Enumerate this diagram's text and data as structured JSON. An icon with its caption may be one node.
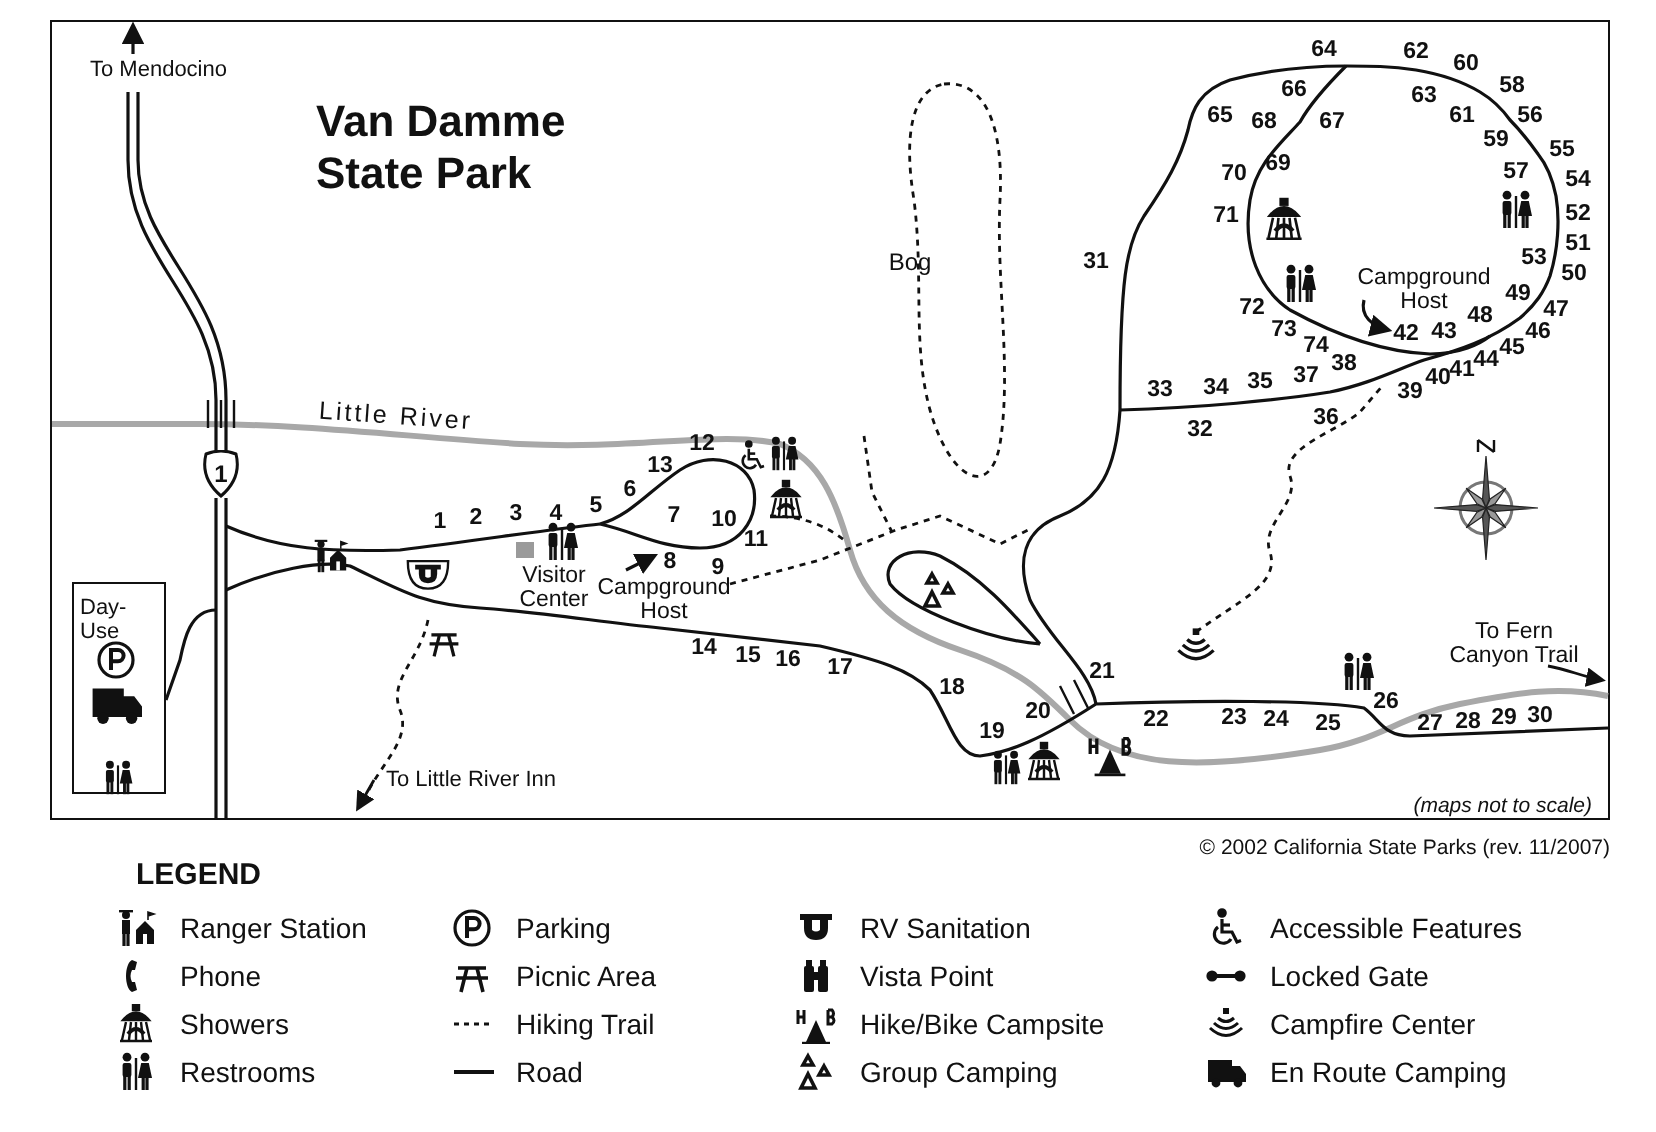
{
  "diagram": {
    "title": "Van Damme State Park",
    "nodes": [
      {
        "text": [
          "Day-Use"
        ]
      },
      {
        "text": [
          "1"
        ]
      }
    ],
    "labels": [
      "To Mendocino",
      "Little River",
      "Bog",
      "1",
      "2",
      "3",
      "4",
      "5",
      "6",
      "7",
      "8",
      "9",
      "10",
      "11",
      "12",
      "13",
      "Visitor Center",
      "Campground Host",
      "14",
      "15",
      "16",
      "17",
      "18",
      "19",
      "20",
      "21",
      "22",
      "23",
      "24",
      "25",
      "26",
      "27",
      "28",
      "29",
      "30",
      "31",
      "32",
      "33",
      "34",
      "35",
      "36",
      "37",
      "38",
      "39",
      "40",
      "41",
      "42",
      "43",
      "44",
      "45",
      "46",
      "48",
      "47",
      "49",
      "50",
      "51",
      "52",
      "53",
      "54",
      "55",
      "56",
      "57",
      "58",
      "59",
      "60",
      "61",
      "62",
      "63",
      "64",
      "65",
      "66",
      "68",
      "67",
      "69",
      "70",
      "71",
      "72",
      "73",
      "74",
      "Campground Host",
      "To Little River Inn",
      "To Fern Canyon Trail",
      "(maps not to scale)",
      "© 2002 California State Parks (rev. 11/2007)",
      "LEGEND"
    ],
    "legend": [
      {
        "text": "Ranger Station"
      },
      {
        "text": "Phone"
      },
      {
        "text": "Showers"
      },
      {
        "text": "Restrooms"
      },
      {
        "text": "Parking"
      },
      {
        "text": "Picnic Area"
      },
      {
        "text": "Hiking Trail"
      },
      {
        "text": "Road"
      },
      {
        "text": "RV Sanitation"
      },
      {
        "text": "Vista Point"
      },
      {
        "text": "Hike/Bike Campsite"
      },
      {
        "text": "Group Camping"
      },
      {
        "text": "Accessible Features"
      },
      {
        "text": "Locked Gate"
      },
      {
        "text": "Campfire Center"
      },
      {
        "text": "En Route Camping"
      }
    ]
  }
}
